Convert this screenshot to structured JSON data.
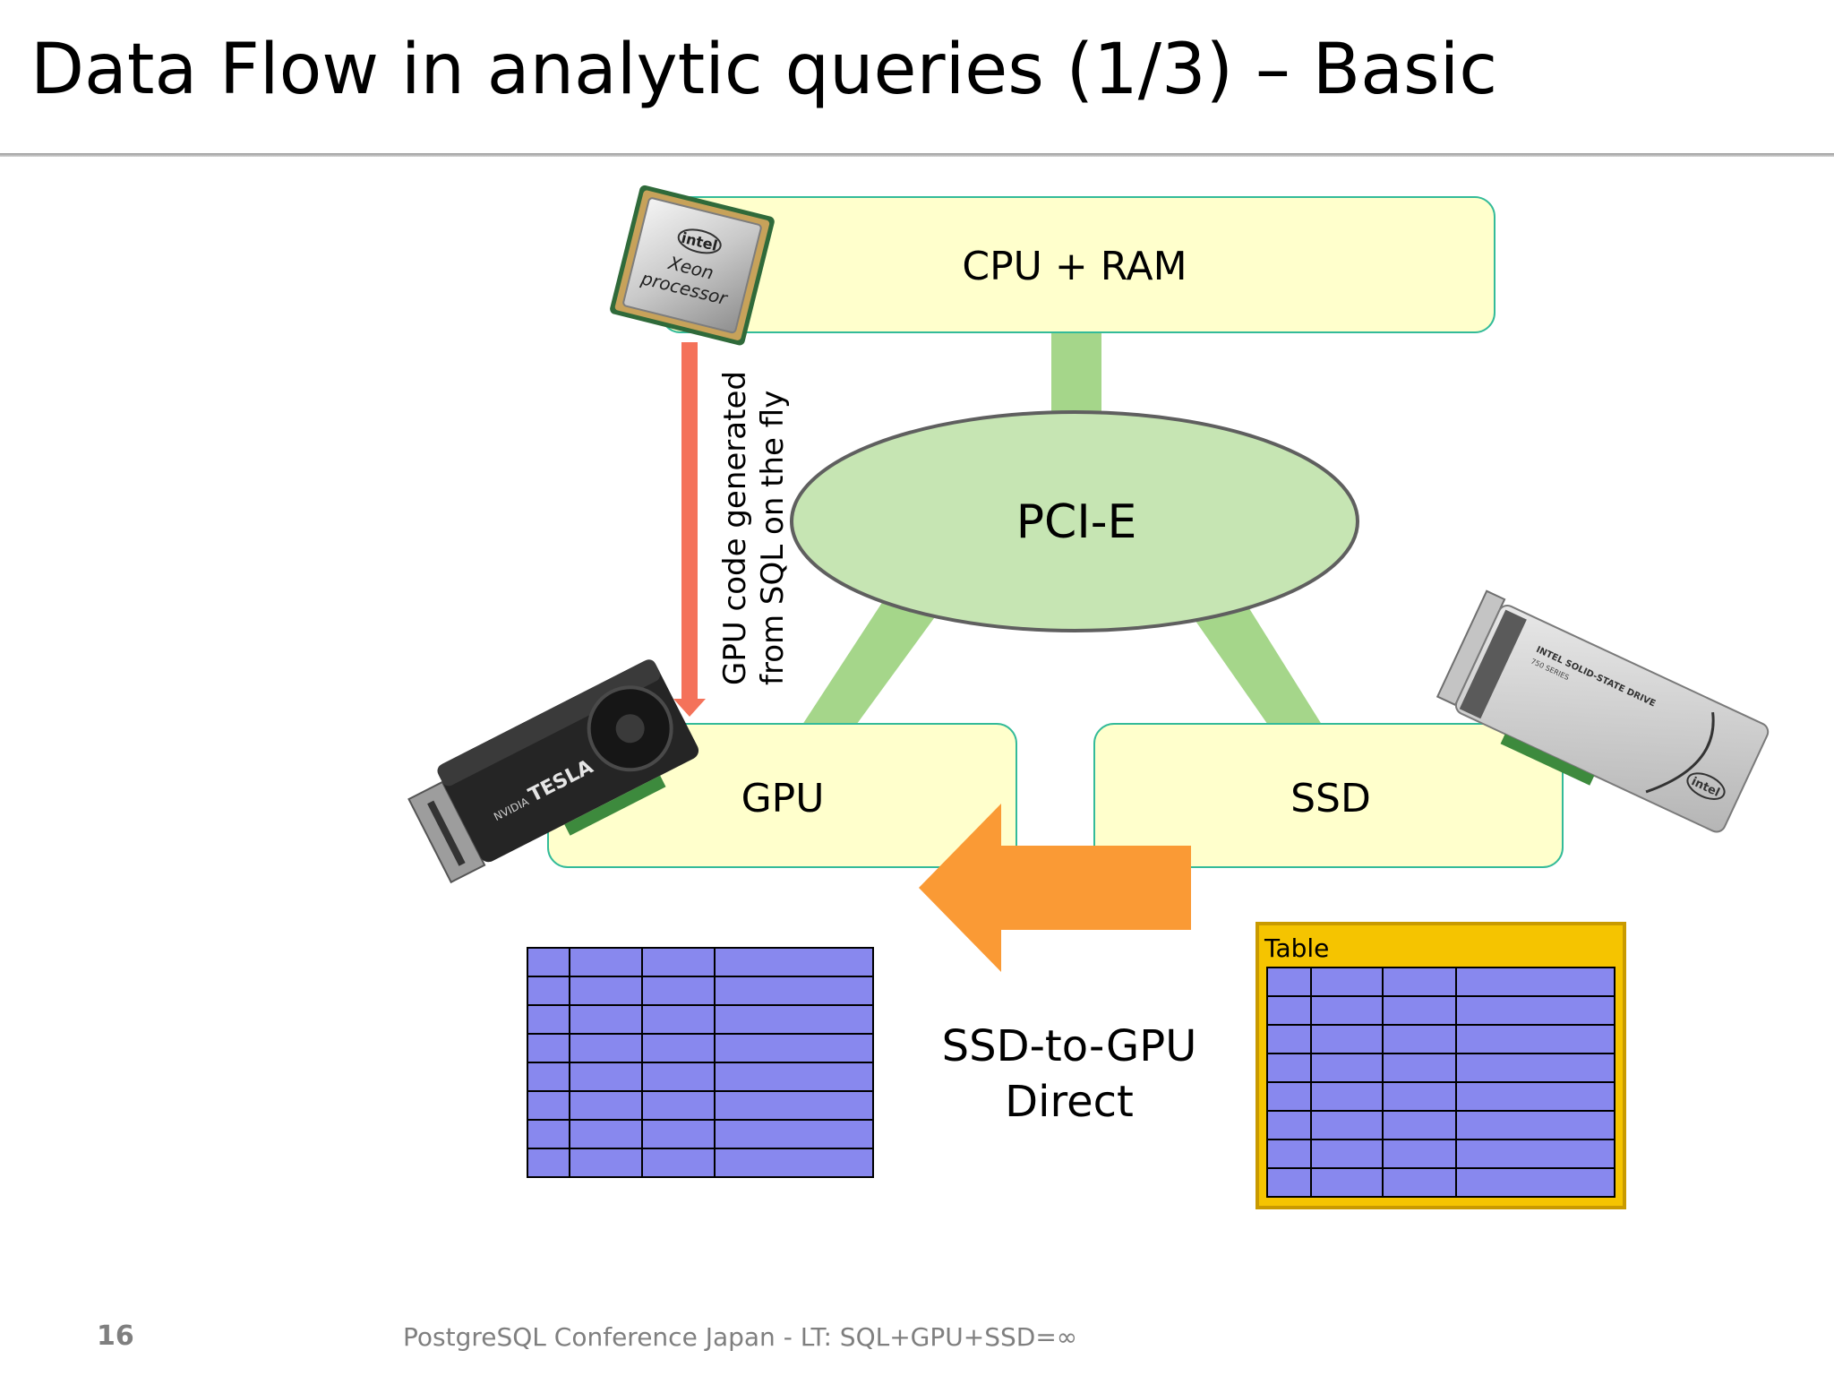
{
  "slide": {
    "title": "Data Flow in analytic queries (1/3) – Basic",
    "page_number": "16",
    "footer": "PostgreSQL Conference Japan - LT: SQL+GPU+SSD=∞"
  },
  "diagram": {
    "cpu_ram": {
      "label": "CPU + RAM"
    },
    "pcie": {
      "label": "PCI-E"
    },
    "gpu": {
      "label": "GPU"
    },
    "ssd": {
      "label": "SSD"
    },
    "cpu_to_gpu_note": {
      "line1": "GPU code generated",
      "line2": "from SQL on the fly"
    },
    "ssd_to_gpu_direct": {
      "line1": "SSD-to-GPU",
      "line2": "Direct"
    },
    "table_box": {
      "label": "Table"
    },
    "cpu_chip": {
      "brand": "intel",
      "line1": "Xeon",
      "line2": "processor"
    },
    "gpu_card": {
      "brand": "NVIDIA",
      "model": "TESLA"
    },
    "ssd_card": {
      "text": "INTEL SOLID-STATE DRIVE",
      "series": "750 SERIES",
      "brand": "intel"
    }
  },
  "colors": {
    "box_fill": "#ffffcc",
    "box_border": "#33bb99",
    "pcie_fill": "#c6e5b3",
    "bus": "#a5d68a",
    "red_arrow": "#f4725a",
    "orange_arrow": "#fa9a35",
    "table_cell": "#8888ee",
    "table_frame": "#f5c400"
  }
}
